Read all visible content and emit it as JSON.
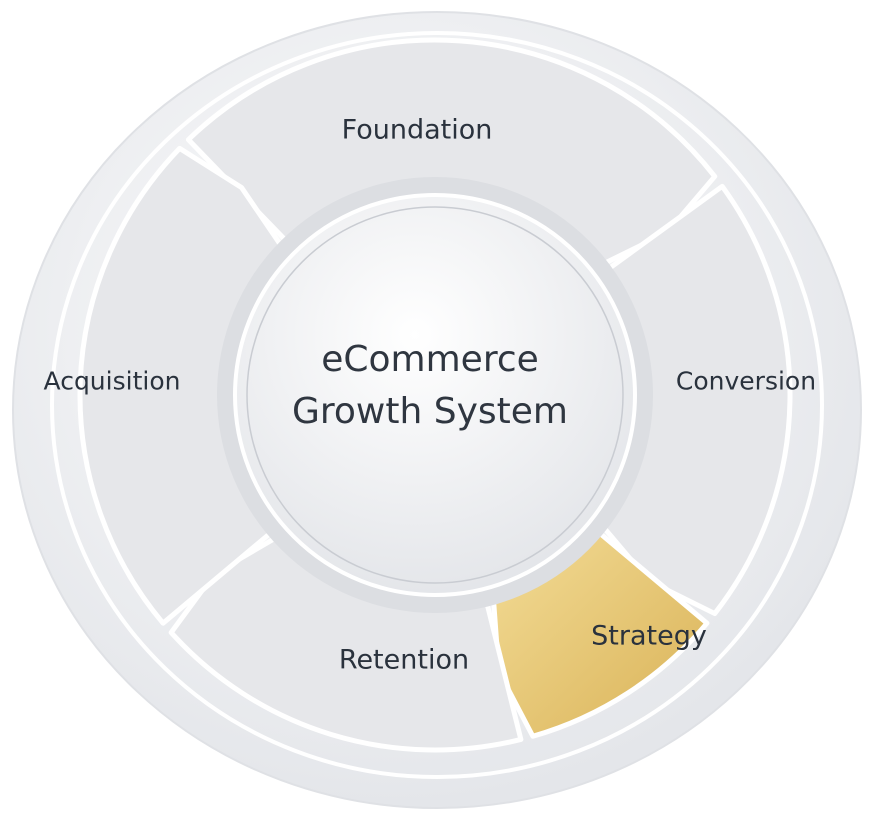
{
  "center": {
    "line1": "eCommerce",
    "line2": "Growth System"
  },
  "segments": [
    {
      "id": "foundation",
      "label": "Foundation",
      "highlighted": false
    },
    {
      "id": "conversion",
      "label": "Conversion",
      "highlighted": false
    },
    {
      "id": "strategy",
      "label": "Strategy",
      "highlighted": true
    },
    {
      "id": "retention",
      "label": "Retention",
      "highlighted": false
    },
    {
      "id": "acquisition",
      "label": "Acquisition",
      "highlighted": false
    }
  ],
  "colors": {
    "segment": "#e6e7ea",
    "highlight": "#e6c66e",
    "text": "#2a323d",
    "disc": "#eef0f3"
  }
}
